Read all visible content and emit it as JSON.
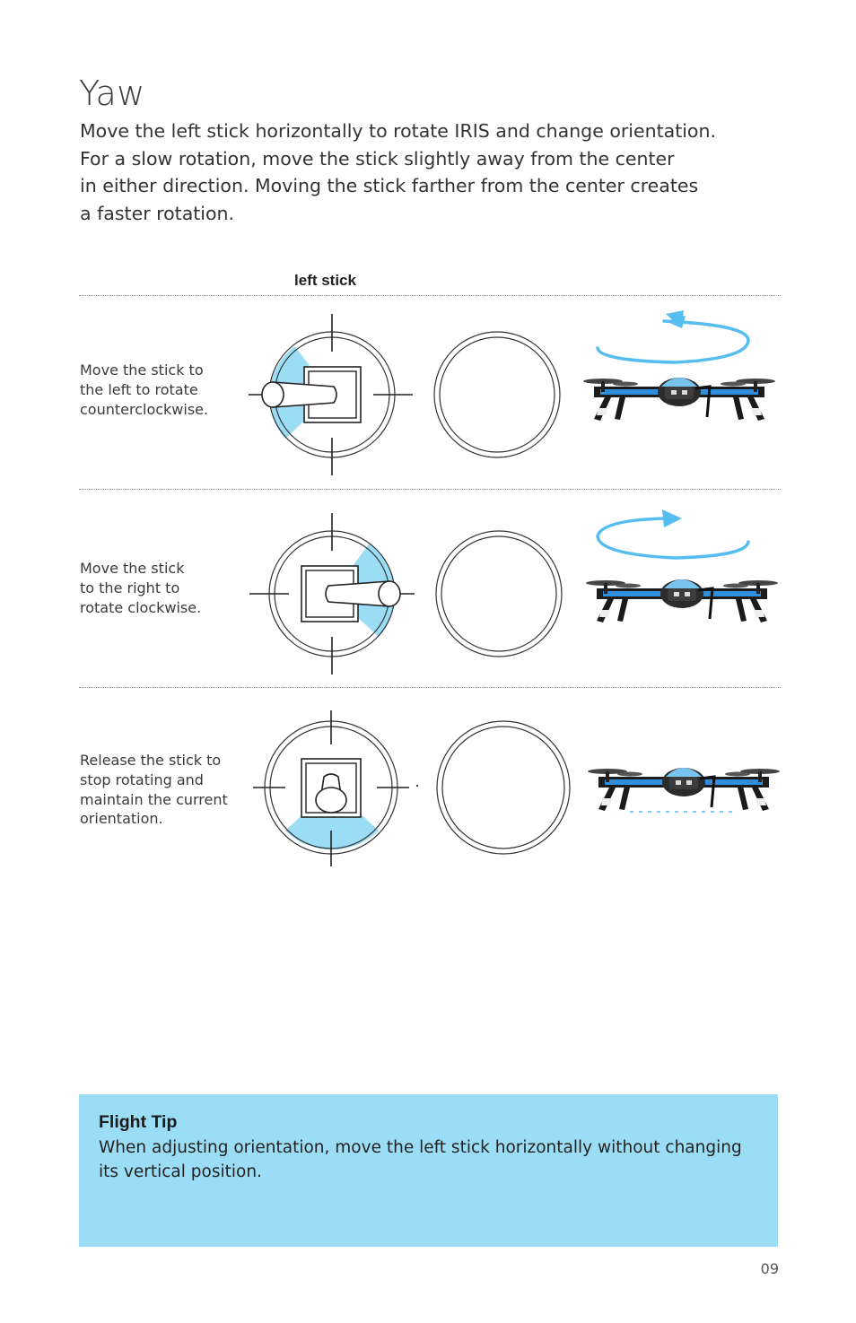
{
  "heading": "Yaw",
  "intro_lines": [
    "Move the left stick horizontally to rotate IRIS and change orientation.",
    "For a slow rotation, move the stick slightly away from the center",
    "in either direction. Moving the stick farther from the center creates",
    "a faster rotation."
  ],
  "column_label": "left stick",
  "rows": [
    {
      "lines": [
        "Move the stick to",
        "the left to rotate",
        "counterclockwise."
      ],
      "stick": "left",
      "rotation": "counterclockwise"
    },
    {
      "lines": [
        "Move the stick",
        "to the right to",
        "rotate clockwise."
      ],
      "stick": "right",
      "rotation": "clockwise"
    },
    {
      "lines": [
        "Release the stick to",
        "stop rotating and",
        "maintain the current",
        "orientation."
      ],
      "stick": "center",
      "rotation": "none"
    }
  ],
  "flight_tip": {
    "title": "Flight Tip",
    "body": "When adjusting orientation, move the left stick horizontally without changing its vertical position."
  },
  "page_number": "09",
  "colors": {
    "accent_blue": "#9cddf6",
    "arrow_blue": "#55bdf0",
    "drone_blue": "#2f8fdc",
    "drone_dark": "#1c1c1c"
  }
}
